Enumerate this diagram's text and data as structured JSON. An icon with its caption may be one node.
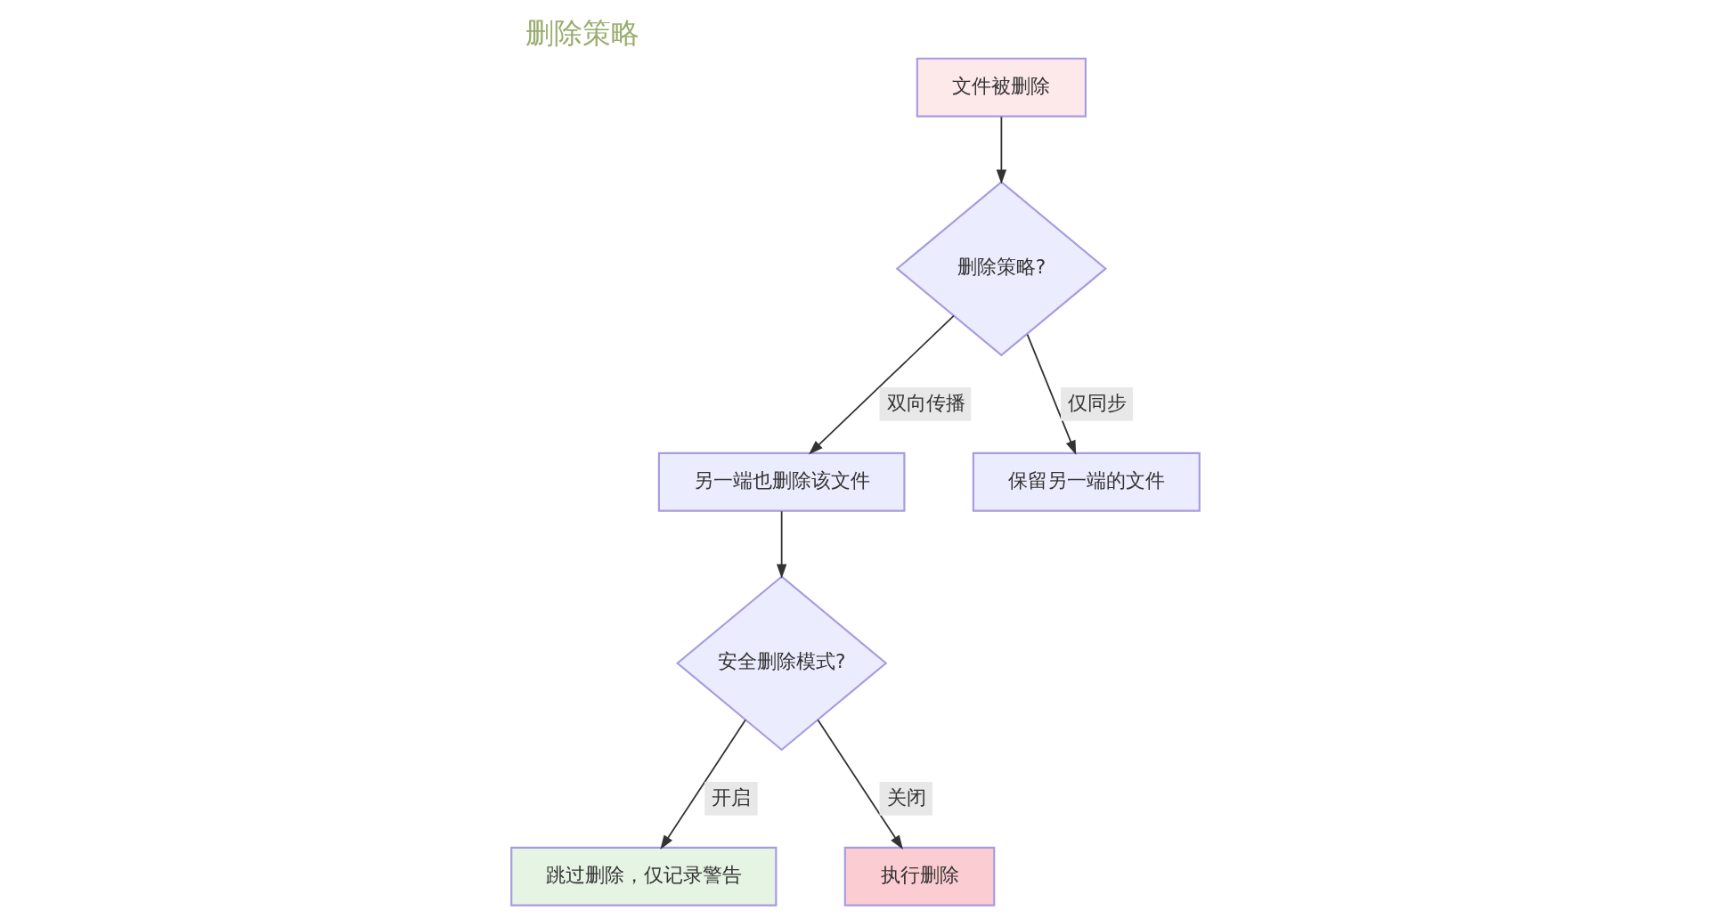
{
  "diagram": {
    "title": "删除策略",
    "nodes": [
      {
        "text": [
          "文件被删除"
        ]
      },
      {
        "text": [
          "删除策略?"
        ]
      },
      {
        "text": [
          "另一端也删除该文件"
        ]
      },
      {
        "text": [
          "保留另一端的文件"
        ]
      },
      {
        "text": [
          "安全删除模式?"
        ]
      },
      {
        "text": [
          "跳过删除，仅记录警告"
        ]
      },
      {
        "text": [
          "执行删除"
        ]
      }
    ],
    "edges": [
      {
        "from": 0,
        "to": 1,
        "arrow": "to"
      },
      {
        "from": 1,
        "to": 2,
        "arrow": "to",
        "label": "双向传播"
      },
      {
        "from": 1,
        "to": 3,
        "arrow": "to",
        "label": "仅同步"
      },
      {
        "from": 2,
        "to": 4,
        "arrow": "to"
      },
      {
        "from": 4,
        "to": 5,
        "arrow": "to",
        "label": "开启"
      },
      {
        "from": 4,
        "to": 6,
        "arrow": "to",
        "label": "关闭"
      }
    ]
  }
}
